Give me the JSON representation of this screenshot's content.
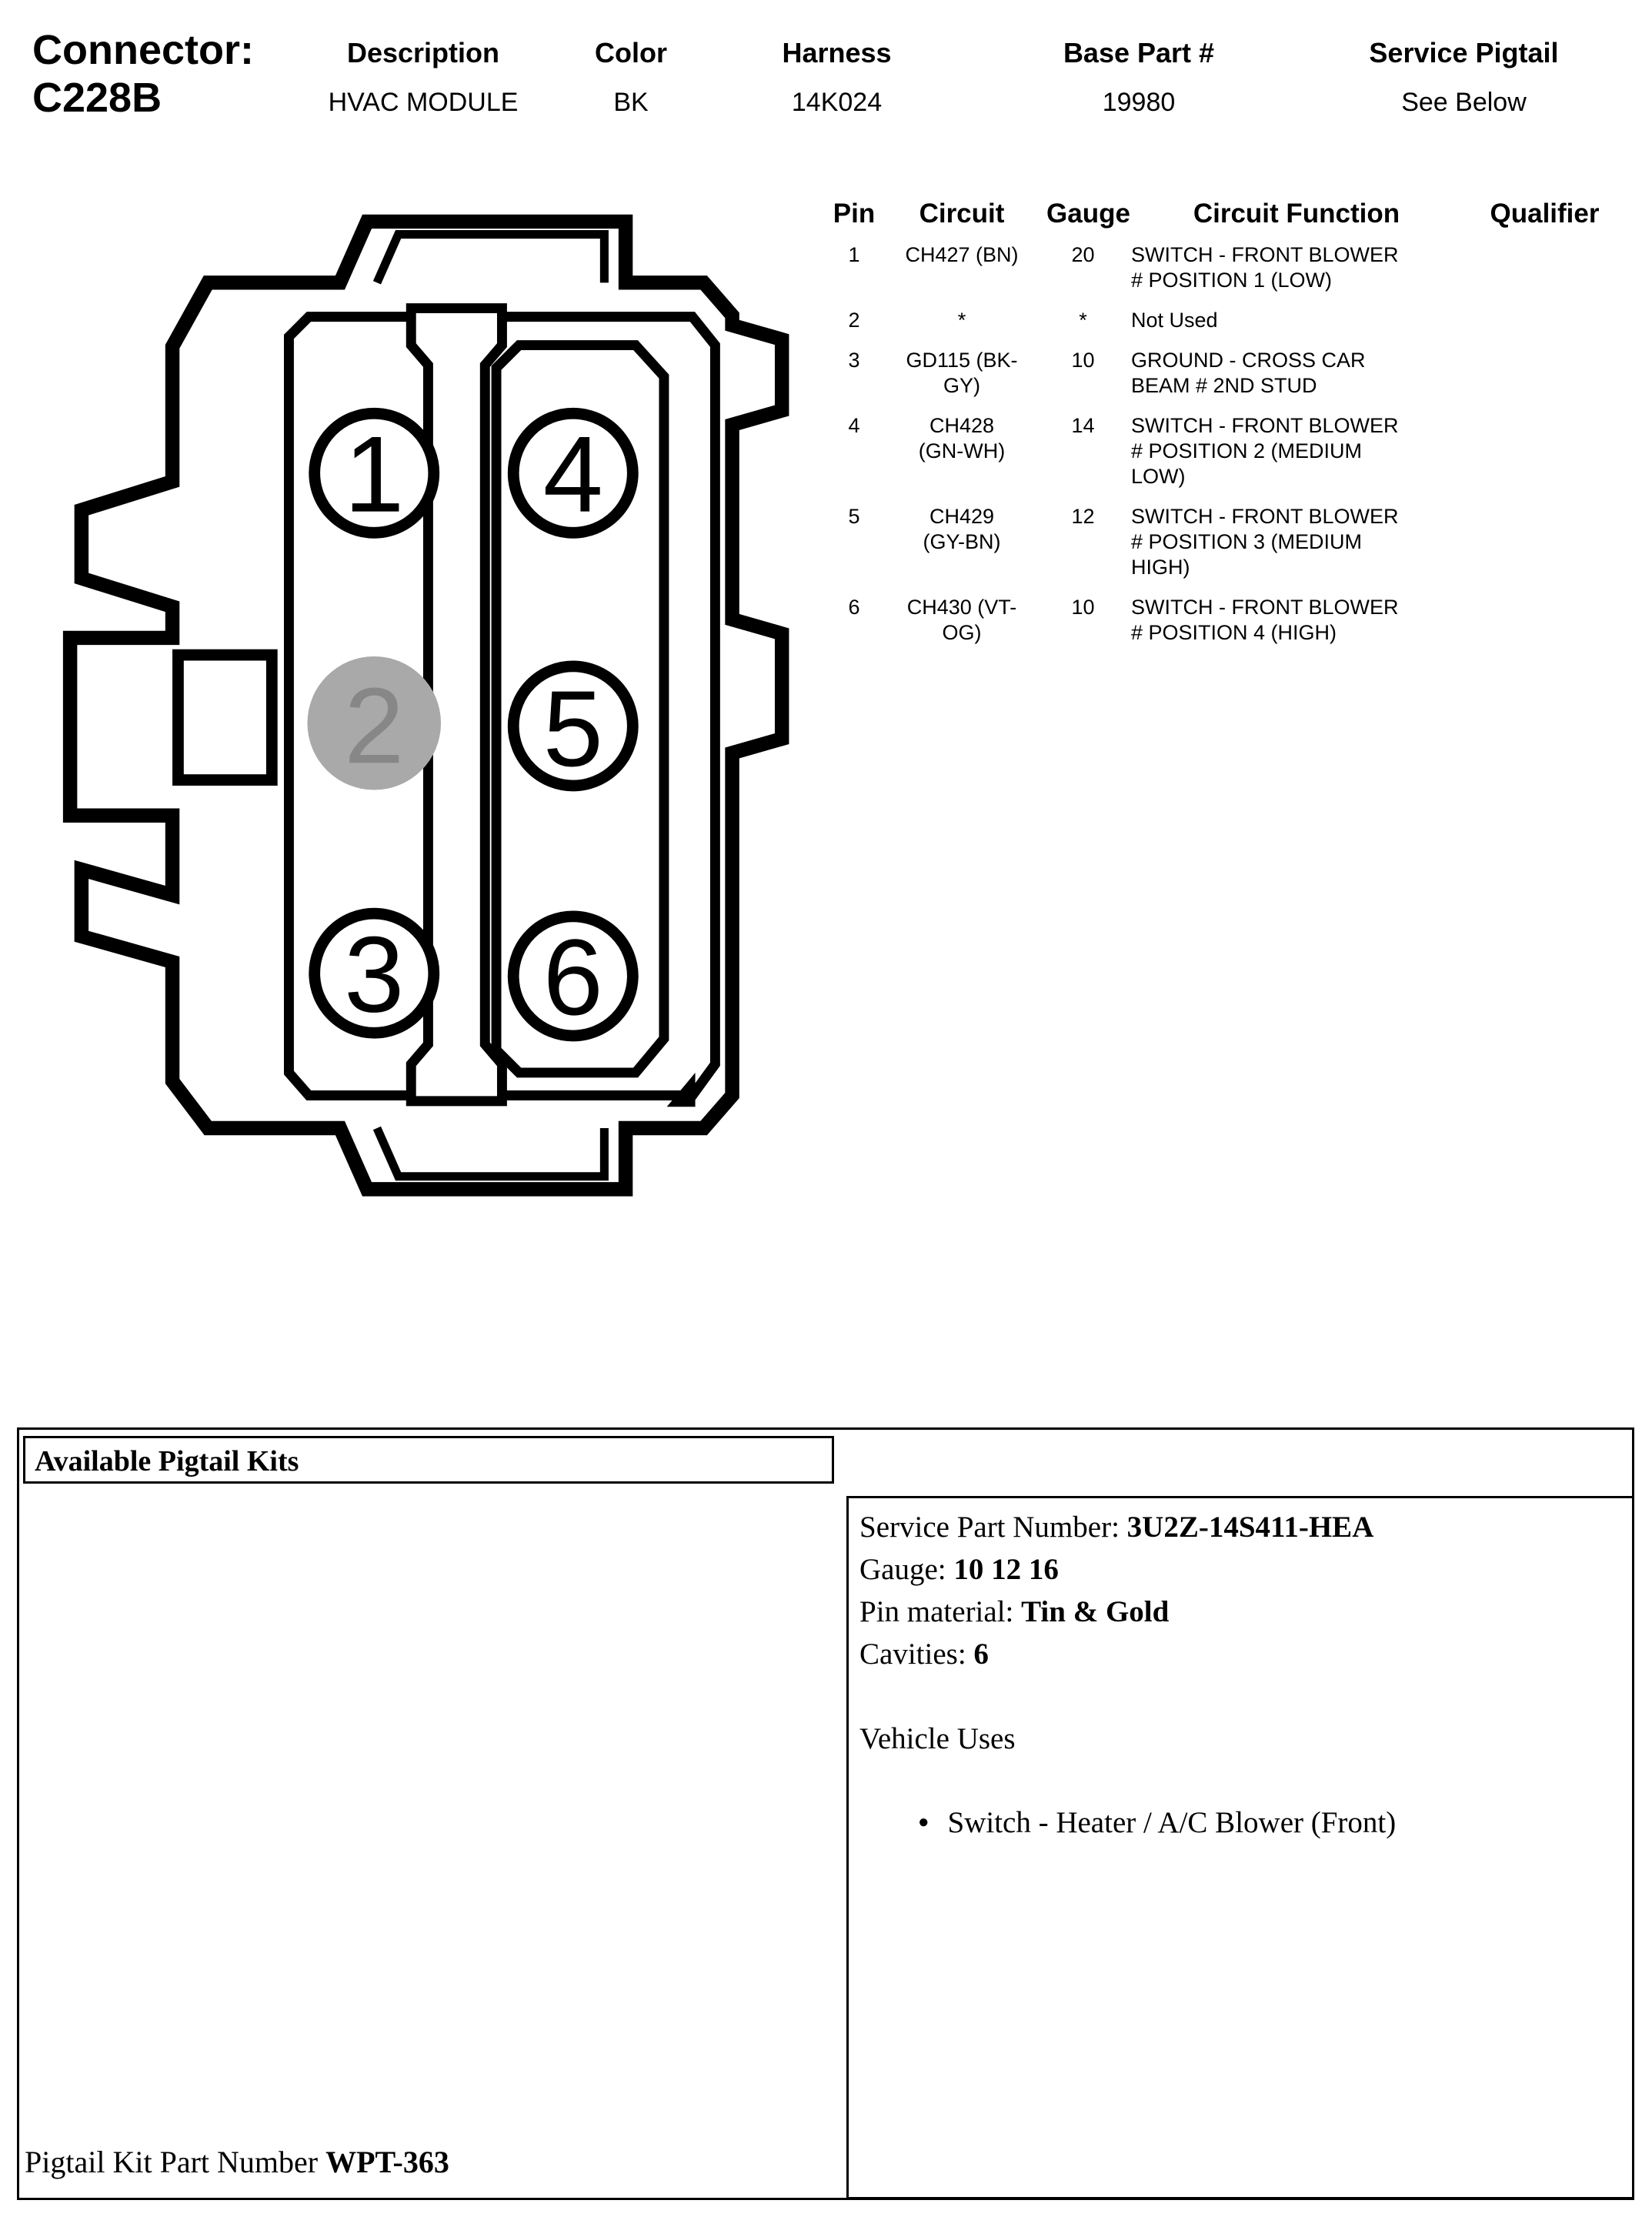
{
  "header": {
    "connector_label": "Connector:",
    "connector_id": "C228B",
    "columns": [
      {
        "label": "Description",
        "value": "HVAC MODULE"
      },
      {
        "label": "Color",
        "value": "BK"
      },
      {
        "label": "Harness",
        "value": "14K024"
      },
      {
        "label": "Base Part #",
        "value": "19980"
      },
      {
        "label": "Service Pigtail",
        "value": "See Below"
      }
    ]
  },
  "diagram": {
    "cavities": {
      "c1": "1",
      "c2": "2",
      "c3": "3",
      "c4": "4",
      "c5": "5",
      "c6": "6"
    },
    "not_used_fill": "#a9a9a9",
    "not_used_number_color": "#878787",
    "line_color": "#000000"
  },
  "pin_table": {
    "headers": {
      "pin": "Pin",
      "circuit": "Circuit",
      "gauge": "Gauge",
      "function": "Circuit Function",
      "qualifier": "Qualifier"
    },
    "rows": [
      {
        "pin": "1",
        "circuit": "CH427 (BN)",
        "gauge": "20",
        "function": "SWITCH - FRONT BLOWER\n# POSITION 1 (LOW)",
        "qualifier": ""
      },
      {
        "pin": "2",
        "circuit": "*",
        "gauge": "*",
        "function": "Not Used",
        "qualifier": ""
      },
      {
        "pin": "3",
        "circuit": "GD115 (BK-\nGY)",
        "gauge": "10",
        "function": "GROUND - CROSS CAR\nBEAM # 2ND STUD",
        "qualifier": ""
      },
      {
        "pin": "4",
        "circuit": "CH428\n(GN-WH)",
        "gauge": "14",
        "function": "SWITCH - FRONT BLOWER\n# POSITION 2 (MEDIUM\nLOW)",
        "qualifier": ""
      },
      {
        "pin": "5",
        "circuit": "CH429\n(GY-BN)",
        "gauge": "12",
        "function": "SWITCH - FRONT BLOWER\n# POSITION 3 (MEDIUM\nHIGH)",
        "qualifier": ""
      },
      {
        "pin": "6",
        "circuit": "CH430 (VT-\nOG)",
        "gauge": "10",
        "function": "SWITCH - FRONT BLOWER\n# POSITION 4 (HIGH)",
        "qualifier": ""
      }
    ]
  },
  "pigtail": {
    "box_title": "Available Pigtail Kits",
    "kit_label": "Pigtail Kit Part Number ",
    "kit_value": "WPT-363",
    "details": [
      {
        "label": "Service Part Number: ",
        "value": "3U2Z-14S411-HEA"
      },
      {
        "label": "Gauge: ",
        "value": "10 12 16"
      },
      {
        "label": "Pin material: ",
        "value": "Tin & Gold"
      },
      {
        "label": "Cavities: ",
        "value": "6"
      }
    ],
    "vehicle_uses_title": "Vehicle Uses",
    "vehicle_uses": [
      "Switch - Heater / A/C Blower (Front)"
    ]
  }
}
